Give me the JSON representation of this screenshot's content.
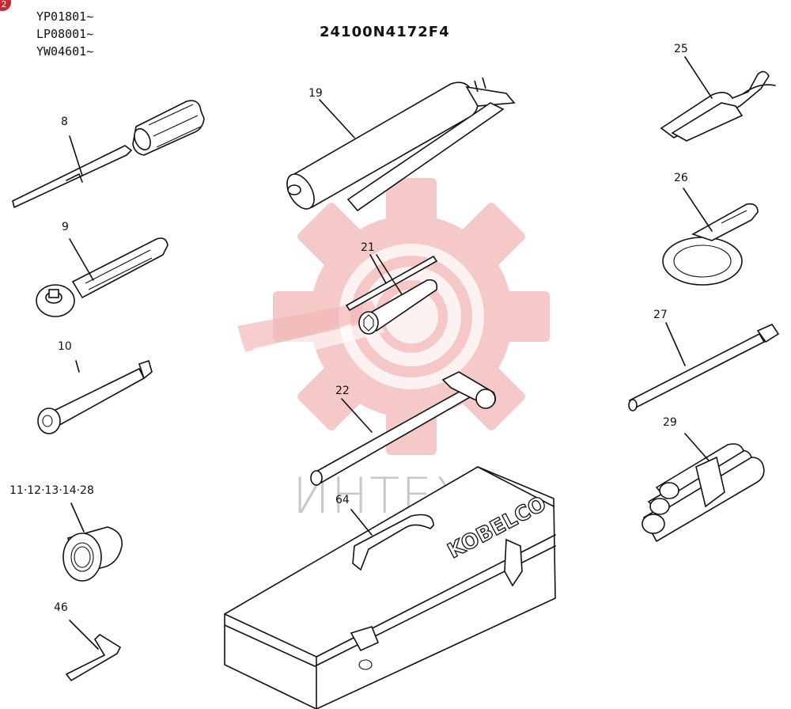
{
  "badge": "2",
  "serials": [
    "YP01801~",
    "LP08001~",
    "YW04601~"
  ],
  "part_code": "24100N4172F4",
  "watermark_text": "ИНТЕХ",
  "watermark_color": "#f3b8b8",
  "box_brand": "KOBELCO",
  "callouts": {
    "c8": "8",
    "c9": "9",
    "c10": "10",
    "c11": "11·12·13·14·28",
    "c46": "46",
    "c19": "19",
    "c21": "21",
    "c22": "22",
    "c64": "64",
    "c25": "25",
    "c26": "26",
    "c27": "27",
    "c29": "29"
  }
}
